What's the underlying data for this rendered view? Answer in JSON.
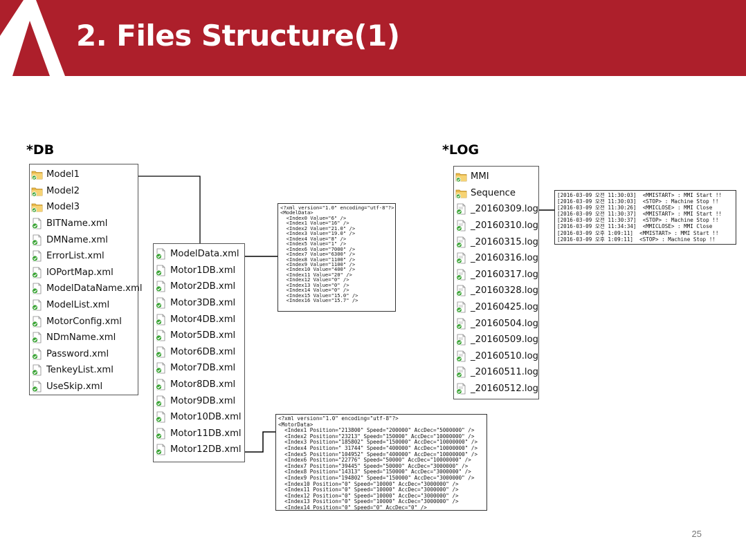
{
  "slide": {
    "title": "2. Files Structure(1)",
    "page_number": "25",
    "accent_color": "#ad1f2b"
  },
  "db": {
    "label": "*DB",
    "root_items": [
      {
        "name": "Model1",
        "type": "folder"
      },
      {
        "name": "Model2",
        "type": "folder"
      },
      {
        "name": "Model3",
        "type": "folder"
      },
      {
        "name": "BITName.xml",
        "type": "xml"
      },
      {
        "name": "DMName.xml",
        "type": "xml"
      },
      {
        "name": "ErrorList.xml",
        "type": "xml"
      },
      {
        "name": "IOPortMap.xml",
        "type": "xml"
      },
      {
        "name": "ModelDataName.xml",
        "type": "xml"
      },
      {
        "name": "ModelList.xml",
        "type": "xml"
      },
      {
        "name": "MotorConfig.xml",
        "type": "xml"
      },
      {
        "name": "NDmName.xml",
        "type": "xml"
      },
      {
        "name": "Password.xml",
        "type": "xml"
      },
      {
        "name": "TenkeyList.xml",
        "type": "xml"
      },
      {
        "name": "UseSkip.xml",
        "type": "xml"
      }
    ],
    "model_items": [
      {
        "name": "ModelData.xml",
        "type": "xml"
      },
      {
        "name": "Motor1DB.xml",
        "type": "xml"
      },
      {
        "name": "Motor2DB.xml",
        "type": "xml"
      },
      {
        "name": "Motor3DB.xml",
        "type": "xml"
      },
      {
        "name": "Motor4DB.xml",
        "type": "xml"
      },
      {
        "name": "Motor5DB.xml",
        "type": "xml"
      },
      {
        "name": "Motor6DB.xml",
        "type": "xml"
      },
      {
        "name": "Motor7DB.xml",
        "type": "xml"
      },
      {
        "name": "Motor8DB.xml",
        "type": "xml"
      },
      {
        "name": "Motor9DB.xml",
        "type": "xml"
      },
      {
        "name": "Motor10DB.xml",
        "type": "xml"
      },
      {
        "name": "Motor11DB.xml",
        "type": "xml"
      },
      {
        "name": "Motor12DB.xml",
        "type": "xml"
      }
    ],
    "model_data_xml": [
      "<?xml version=\"1.0\" encoding=\"utf-8\"?>",
      "<ModelData>",
      "  <Index0 Value=\"6\" />",
      "  <Index1 Value=\"16\" />",
      "  <Index2 Value=\"21.0\" />",
      "  <Index3 Value=\"19.0\" />",
      "  <Index4 Value=\"8\" />",
      "  <Index5 Value=\"1\" />",
      "  <Index6 Value=\"7000\" />",
      "  <Index7 Value=\"6300\" />",
      "  <Index8 Value=\"1100\" />",
      "  <Index9 Value=\"1100\" />",
      "  <Index10 Value=\"400\" />",
      "  <Index11 Value=\"20\" />",
      "  <Index12 Value=\"0\" />",
      "  <Index13 Value=\"0\" />",
      "  <Index14 Value=\"0\" />",
      "  <Index15 Value=\"15.0\" />",
      "  <Index16 Value=\"15.7\" />"
    ],
    "motor_db_xml": [
      "<?xml version=\"1.0\" encoding=\"utf-8\"?>",
      "<MotorData>",
      "  <Index1 Position=\"213800\" Speed=\"200000\" AccDec=\"5000000\" />",
      "  <Index2 Position=\"23213\" Speed=\"150000\" AccDec=\"10000000\" />",
      "  <Index3 Position=\"185802\" Speed=\"150000\" AccDec=\"10000000\" />",
      "  <Index4 Position=\" 31744\" Speed=\"400000\" AccDec=\"10000000\" />",
      "  <Index5 Position=\"104952\" Speed=\"400000\" AccDec=\"10000000\" />",
      "  <Index6 Position=\"22776\" Speed=\"50000\" AccDec=\"10000000\" />",
      "  <Index7 Position=\"39445\" Speed=\"50000\" AccDec=\"3000000\" />",
      "  <Index8 Position=\"14313\" Speed=\"150000\" AccDec=\"3000000\" />",
      "  <Index9 Position=\"194802\" Speed=\"150000\" AccDec=\"3000000\" />",
      "  <Index10 Position=\"0\" Speed=\"10000\" AccDec=\"3000000\" />",
      "  <Index11 Position=\"0\" Speed=\"10000\" AccDec=\"3000000\" />",
      "  <Index12 Position=\"0\" Speed=\"10000\" AccDec=\"3000000\" />",
      "  <Index13 Position=\"0\" Speed=\"10000\" AccDec=\"3000000\" />",
      "  <Index14 Position=\"0\" Speed=\"0\" AccDec=\"0\" />"
    ]
  },
  "log": {
    "label": "*LOG",
    "items": [
      {
        "name": "MMI",
        "type": "folder"
      },
      {
        "name": "Sequence",
        "type": "folder"
      },
      {
        "name": "_20160309.log",
        "type": "log"
      },
      {
        "name": "_20160310.log",
        "type": "log"
      },
      {
        "name": "_20160315.log",
        "type": "log"
      },
      {
        "name": "_20160316.log",
        "type": "log"
      },
      {
        "name": "_20160317.log",
        "type": "log"
      },
      {
        "name": "_20160328.log",
        "type": "log"
      },
      {
        "name": "_20160425.log",
        "type": "log"
      },
      {
        "name": "_20160504.log",
        "type": "log"
      },
      {
        "name": "_20160509.log",
        "type": "log"
      },
      {
        "name": "_20160510.log",
        "type": "log"
      },
      {
        "name": "_20160511.log",
        "type": "log"
      },
      {
        "name": "_20160512.log",
        "type": "log"
      }
    ],
    "log_content": [
      "[2016-03-09 오전 11:30:03]  <MMISTART> : MMI Start !!",
      "[2016-03-09 오전 11:30:03]  <STOP> : Machine Stop !!",
      "[2016-03-09 오전 11:30:26]  <MMICLOSE> : MMI Close",
      "[2016-03-09 오전 11:30:37]  <MMISTART> : MMI Start !!",
      "[2016-03-09 오전 11:30:37]  <STOP> : Machine Stop !!",
      "[2016-03-09 오전 11:34:34]  <MMICLOSE> : MMI Close",
      "[2016-03-09 오후 1:09:11]  <MMISTART> : MMI Start !!",
      "[2016-03-09 오후 1:09:11]  <STOP> : Machine Stop !!"
    ]
  }
}
